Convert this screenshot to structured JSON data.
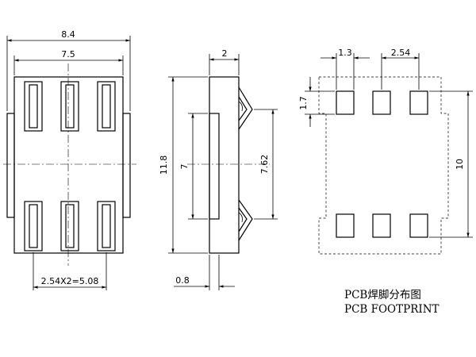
{
  "front_view": {
    "width_overall": "8.4",
    "width_body": "7.5",
    "lead_pitch": "2.54X2=5.08"
  },
  "side_view": {
    "thickness": "2",
    "height_overall": "11.8",
    "body_height": "7",
    "lead_span": "7.62",
    "standoff": "0.8"
  },
  "footprint": {
    "pad_width": "1.3",
    "pad_pitch": "2.54",
    "pad_height": "1.7",
    "row_span": "10"
  },
  "caption": {
    "line1": "PCB焊脚分布图",
    "line2": "PCB FOOTPRINT"
  }
}
